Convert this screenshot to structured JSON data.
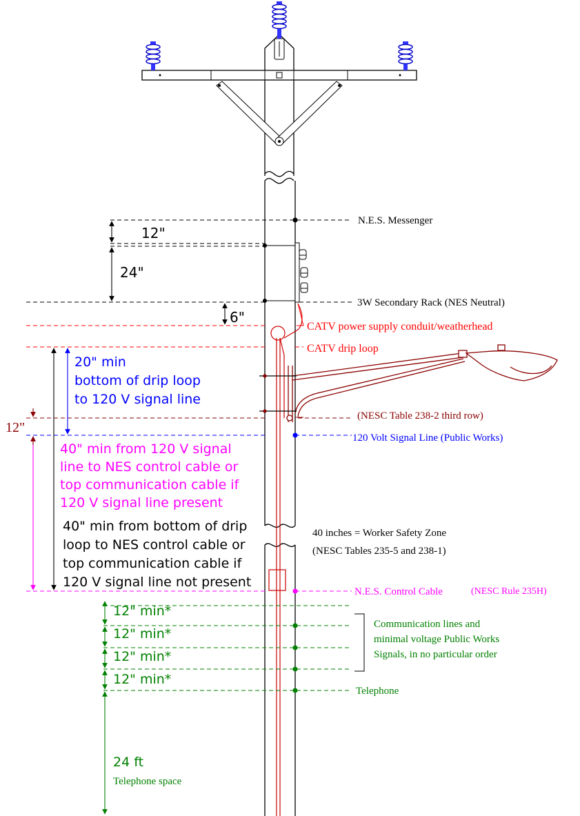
{
  "colors": {
    "black": "#000000",
    "red": "#ff0000",
    "maroon": "#8b0000",
    "blue": "#0000ff",
    "magenta": "#ff00ff",
    "green": "#008000",
    "insulator": "#3333ff",
    "gray": "#666666"
  },
  "dimensions": {
    "messenger_gap": "12\"",
    "rack_gap": "24\"",
    "neutral_gap": "6\"",
    "drip_loop_gap": "12\"",
    "comm_1": "12\" min*",
    "comm_2": "12\" min*",
    "comm_3": "12\" min*",
    "comm_4": "12\" min*",
    "telephone_space": "24 ft"
  },
  "labels": {
    "nes_messenger": "N.E.S. Messenger",
    "secondary_rack": "3W Secondary Rack (NES Neutral)",
    "catv_power": "CATV power supply conduit/weatherhead",
    "catv_drip": "CATV drip loop",
    "nesc_238_2": "(NESC Table 238-2 third row)",
    "signal_line": "120 Volt Signal Line (Public Works)",
    "worker_zone_1": "40 inches = Worker Safety Zone",
    "worker_zone_2": "(NESC Tables 235-5 and 238-1)",
    "nes_control": "N.E.S. Control Cable",
    "nesc_235h": "(NESC Rule 235H)",
    "comm_1": "Communication lines and",
    "comm_2": "minimal voltage Public Works",
    "comm_3": "Signals, in no particular order",
    "telephone": "Telephone",
    "telephone_space": "Telephone space"
  },
  "notes": {
    "blue_1": "20\" min",
    "blue_2": "bottom of drip loop",
    "blue_3": "to 120 V signal line",
    "magenta_1": "40\" min from 120 V signal",
    "magenta_2": "line to NES control cable or",
    "magenta_3": "top communication cable if",
    "magenta_4": "120 V signal line present",
    "black_1": "40\" min from bottom of drip",
    "black_2": "loop to NES control cable or",
    "black_3": "top communication cable if",
    "black_4": "120 V signal line not present"
  }
}
